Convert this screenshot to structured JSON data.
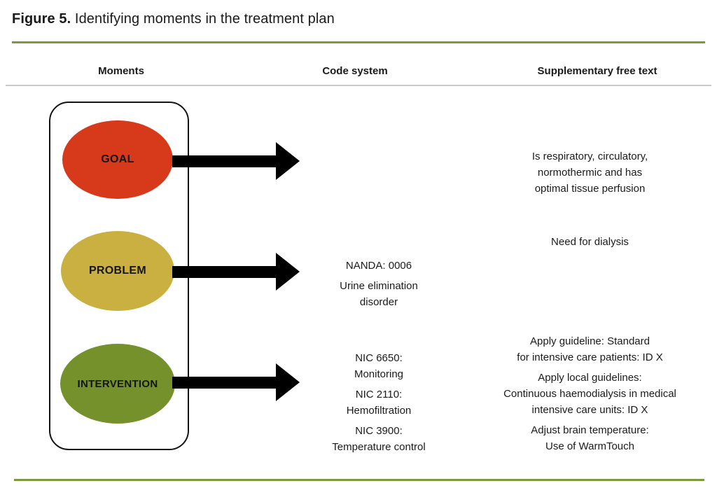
{
  "figure": {
    "label": "Figure 5.",
    "title": " Identifying moments in the treatment plan"
  },
  "columns": {
    "moments": "Moments",
    "code_system": "Code system",
    "supplementary": "Supplementary free text"
  },
  "rows": {
    "goal": {
      "moment": "GOAL",
      "color": "#d63a1b",
      "code": [],
      "supplementary": [
        "Is respiratory, circulatory,\nnormothermic and has\noptimal tissue perfusion"
      ]
    },
    "problem": {
      "moment": "PROBLEM",
      "color": "#c9b040",
      "code": [
        "NANDA: 0006",
        "Urine elimination\ndisorder"
      ],
      "supplementary": [
        "Need for dialysis"
      ]
    },
    "intervention": {
      "moment": "INTERVENTION",
      "color": "#74912c",
      "code": [
        "NIC 6650:\nMonitoring",
        "NIC 2110:\nHemofiltration",
        "NIC 3900:\nTemperature control"
      ],
      "supplementary": [
        "Apply guideline: Standard\nfor intensive care patients: ID X",
        "Apply local guidelines:\nContinuous haemodialysis in medical\nintensive care units: ID X",
        "Adjust brain temperature:\nUse of WarmTouch"
      ]
    }
  },
  "colors": {
    "accent_rule": "#7c9a3c",
    "divider": "#c9c9c9",
    "arrow": "#000000"
  }
}
